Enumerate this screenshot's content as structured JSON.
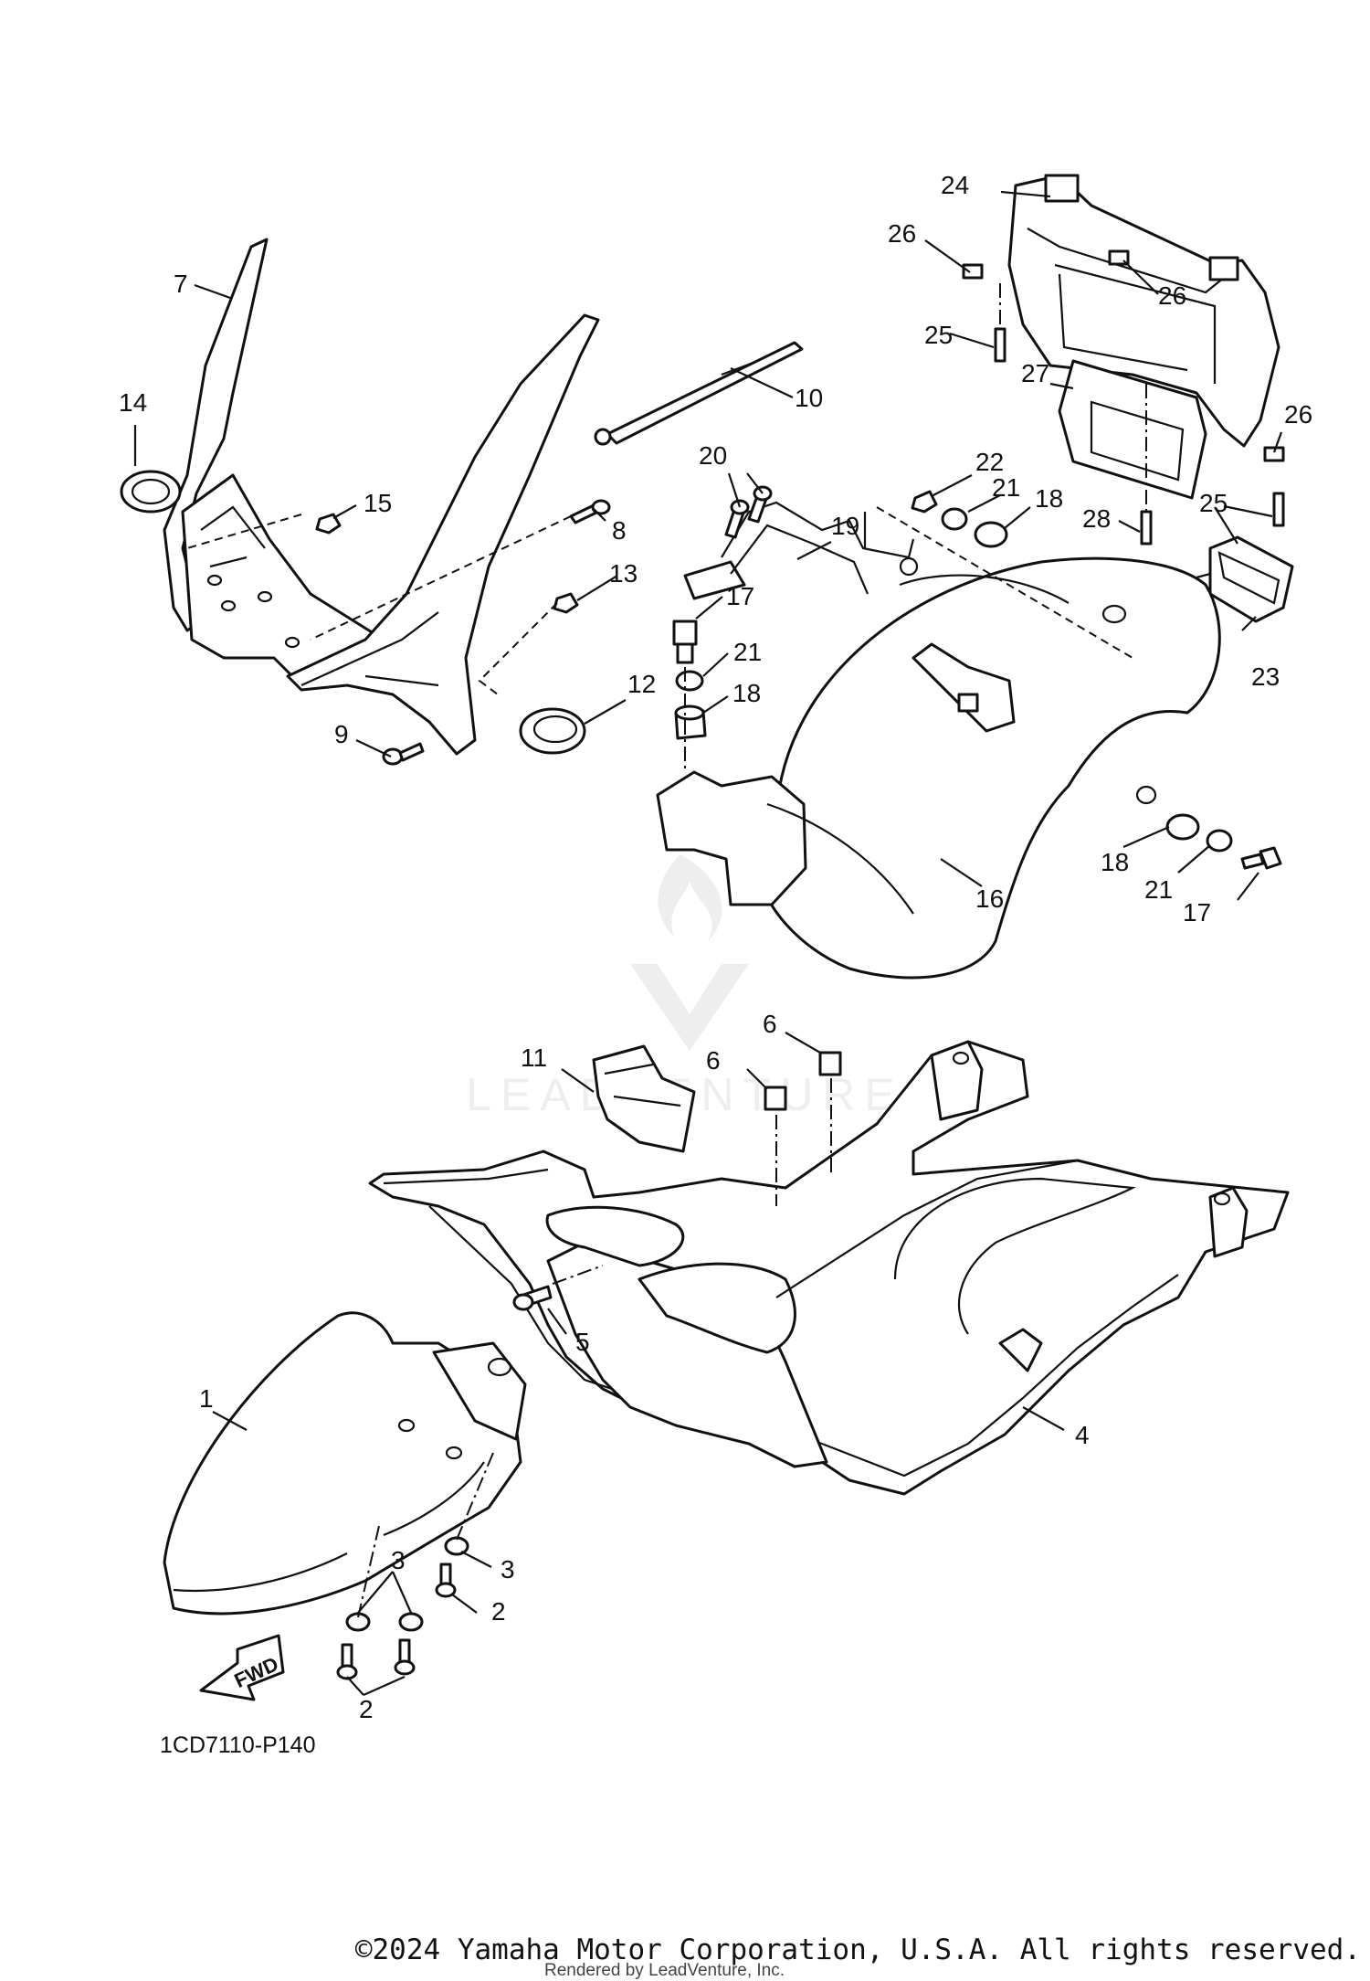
{
  "diagram_code": "1CD7110-P140",
  "fwd_label": "FWD",
  "watermark": "LEADVENTURE",
  "copyright": "©2024 Yamaha Motor Corporation, U.S.A. All rights reserved.",
  "rendered_by": "Rendered by LeadVenture, Inc.",
  "callouts": [
    "1",
    "2",
    "2",
    "3",
    "3",
    "4",
    "5",
    "6",
    "6",
    "7",
    "8",
    "9",
    "10",
    "11",
    "12",
    "13",
    "14",
    "15",
    "16",
    "17",
    "17",
    "18",
    "18",
    "18",
    "19",
    "20",
    "21",
    "21",
    "21",
    "22",
    "23",
    "24",
    "25",
    "25",
    "26",
    "26",
    "26",
    "27",
    "28"
  ]
}
